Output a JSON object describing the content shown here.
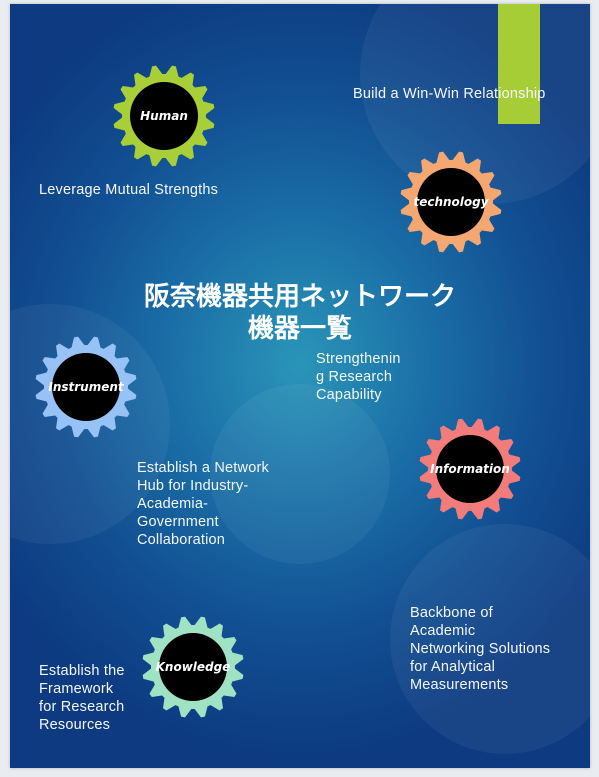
{
  "title": {
    "line1": "阪奈機器共用ネットワーク",
    "line2": "機器一覧"
  },
  "gears": {
    "human": {
      "label": "Human",
      "color": "#a8cf38"
    },
    "technology": {
      "label": "technology",
      "color": "#f5a772"
    },
    "instrument": {
      "label": "Instrument",
      "color": "#96c2f5"
    },
    "information": {
      "label": "Information",
      "color": "#f27c7c"
    },
    "knowledge": {
      "label": "Knowledge",
      "color": "#9fe3c4"
    }
  },
  "texts": {
    "win_win": "Build a Win-Win Relationship",
    "mutual": "Leverage Mutual Strengths",
    "strengthening": [
      "Strengthenin",
      "g Research",
      "Capability"
    ],
    "network_hub": [
      "Establish a Network",
      "Hub for Industry-",
      "Academia-",
      "Government",
      "Collaboration"
    ],
    "backbone": [
      "Backbone of",
      "Academic",
      "Networking Solutions",
      "for Analytical",
      "Measurements"
    ],
    "framework": [
      "Establish the",
      "Framework",
      "for Research",
      "Resources"
    ]
  }
}
